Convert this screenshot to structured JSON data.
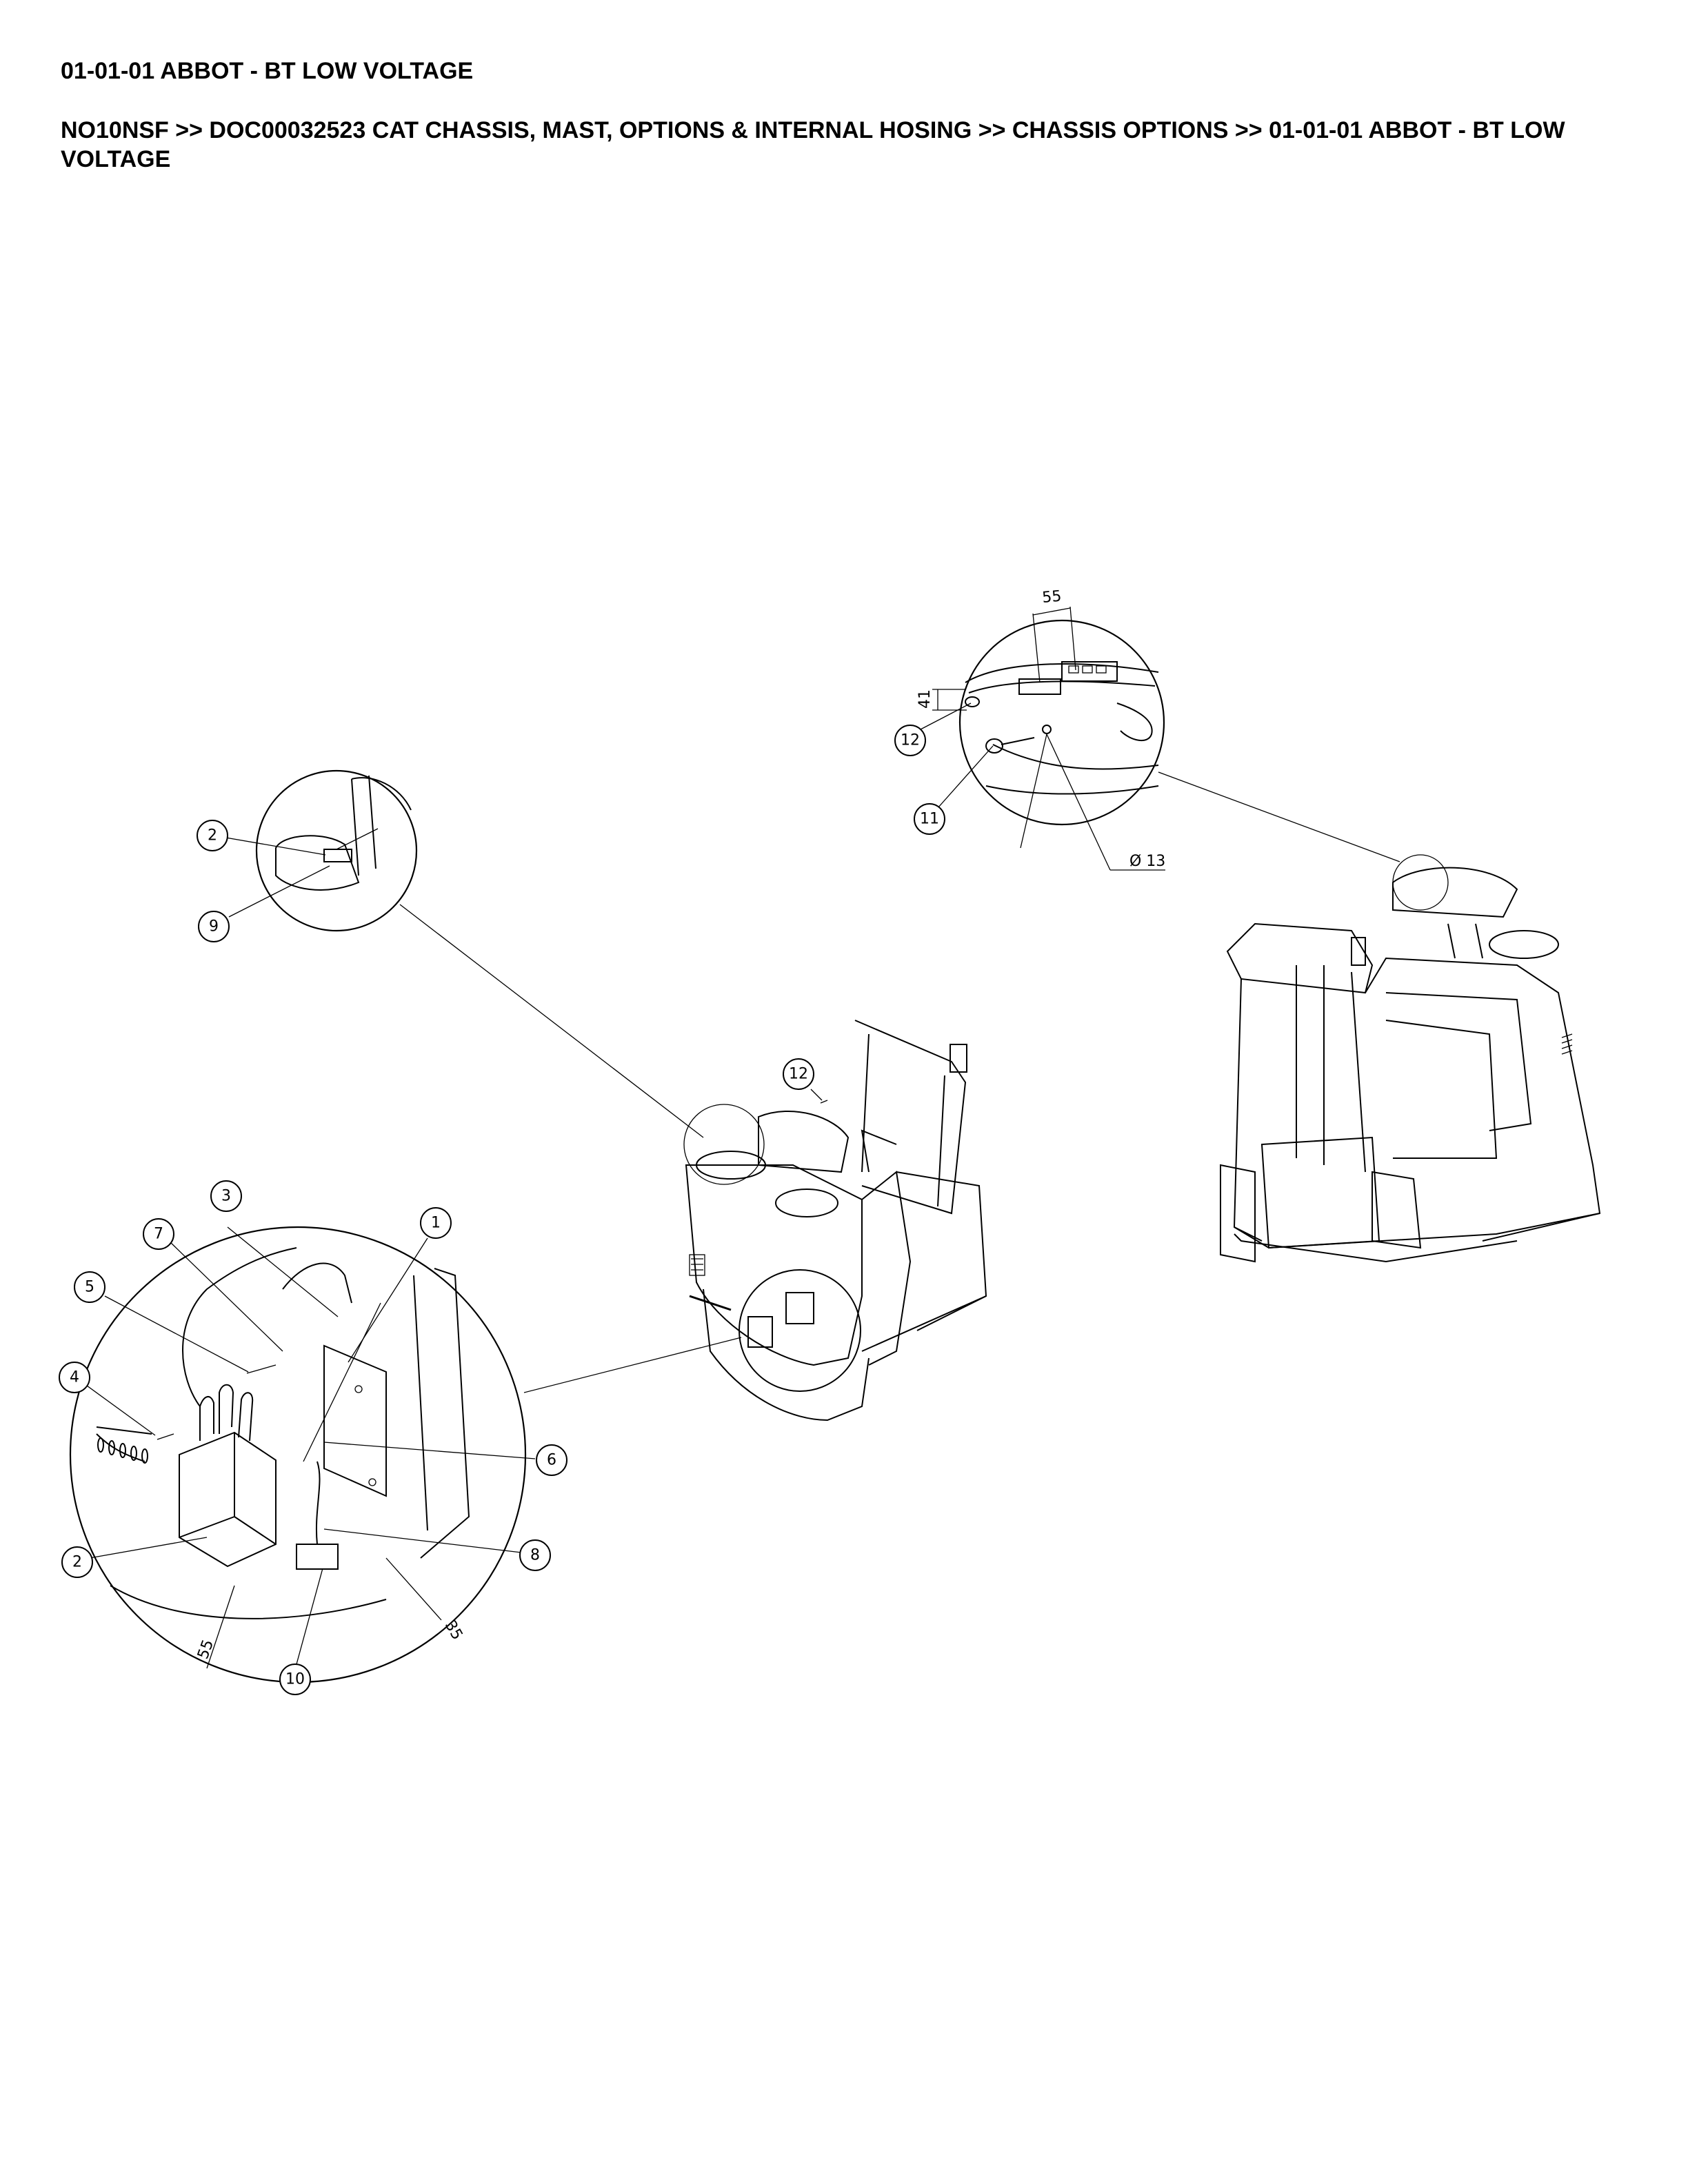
{
  "title": "01-01-01 ABBOT - BT LOW VOLTAGE",
  "breadcrumb": "NO10NSF >> DOC00032523 CAT CHASSIS, MAST, OPTIONS & INTERNAL HOSING >> CHASSIS OPTIONS >> 01-01-01 ABBOT - BT LOW VOLTAGE",
  "callouts": {
    "c1": "1",
    "c2a": "2",
    "c2b": "2",
    "c3": "3",
    "c4": "4",
    "c5": "5",
    "c6": "6",
    "c7": "7",
    "c8": "8",
    "c9": "9",
    "c10": "10",
    "c11": "11",
    "c12a": "12",
    "c12b": "12"
  },
  "dimensions": {
    "d55_top": "55",
    "d41": "41",
    "d13": "Ø 13",
    "d55_bottom": "55",
    "d35": "35"
  }
}
